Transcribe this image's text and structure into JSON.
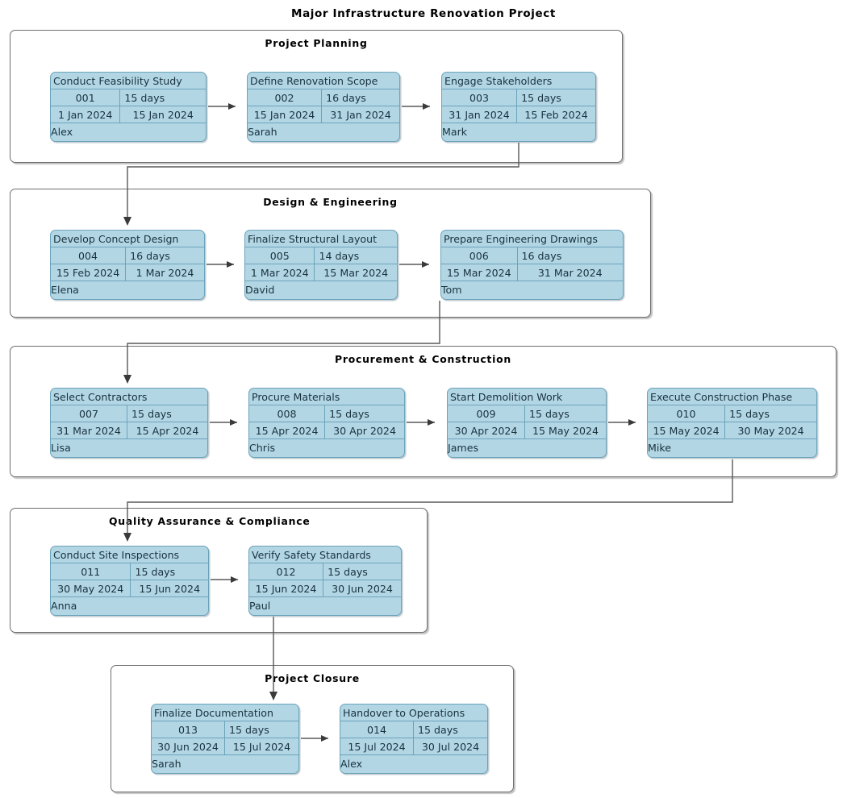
{
  "diagram": {
    "title": "Major Infrastructure Renovation Project",
    "type": "project-phase-flowchart",
    "colors": {
      "card_fill": "#b3d6e5",
      "card_border": "#6ba3ba",
      "group_border": "#6e6e6e",
      "connector": "#585858",
      "background": "#ffffff",
      "text": "#000000"
    }
  },
  "columns": [
    "id",
    "duration",
    "start_date",
    "end_date",
    "owner"
  ],
  "phases": [
    {
      "name": "Project Planning",
      "tasks": [
        {
          "title": "Conduct Feasibility Study",
          "id": "001",
          "duration": "15 days",
          "start_date": "1 Jan 2024",
          "end_date": "15 Jan 2024",
          "owner": "Alex"
        },
        {
          "title": "Define Renovation Scope",
          "id": "002",
          "duration": "16 days",
          "start_date": "15 Jan 2024",
          "end_date": "31 Jan 2024",
          "owner": "Sarah"
        },
        {
          "title": "Engage Stakeholders",
          "id": "003",
          "duration": "15 days",
          "start_date": "31 Jan 2024",
          "end_date": "15 Feb 2024",
          "owner": "Mark"
        }
      ]
    },
    {
      "name": "Design & Engineering",
      "tasks": [
        {
          "title": "Develop Concept Design",
          "id": "004",
          "duration": "16 days",
          "start_date": "15 Feb 2024",
          "end_date": "1 Mar 2024",
          "owner": "Elena"
        },
        {
          "title": "Finalize Structural Layout",
          "id": "005",
          "duration": "14 days",
          "start_date": "1 Mar 2024",
          "end_date": "15 Mar 2024",
          "owner": "David"
        },
        {
          "title": "Prepare Engineering Drawings",
          "id": "006",
          "duration": "16 days",
          "start_date": "15 Mar 2024",
          "end_date": "31 Mar 2024",
          "owner": "Tom"
        }
      ]
    },
    {
      "name": "Procurement & Construction",
      "tasks": [
        {
          "title": "Select Contractors",
          "id": "007",
          "duration": "15 days",
          "start_date": "31 Mar 2024",
          "end_date": "15 Apr 2024",
          "owner": "Lisa"
        },
        {
          "title": "Procure Materials",
          "id": "008",
          "duration": "15 days",
          "start_date": "15 Apr 2024",
          "end_date": "30 Apr 2024",
          "owner": "Chris"
        },
        {
          "title": "Start Demolition Work",
          "id": "009",
          "duration": "15 days",
          "start_date": "30 Apr 2024",
          "end_date": "15 May 2024",
          "owner": "James"
        },
        {
          "title": "Execute Construction Phase",
          "id": "010",
          "duration": "15 days",
          "start_date": "15 May 2024",
          "end_date": "30 May 2024",
          "owner": "Mike"
        }
      ]
    },
    {
      "name": "Quality Assurance & Compliance",
      "tasks": [
        {
          "title": "Conduct Site Inspections",
          "id": "011",
          "duration": "15 days",
          "start_date": "30 May 2024",
          "end_date": "15 Jun 2024",
          "owner": "Anna"
        },
        {
          "title": "Verify Safety Standards",
          "id": "012",
          "duration": "15 days",
          "start_date": "15 Jun 2024",
          "end_date": "30 Jun 2024",
          "owner": "Paul"
        }
      ]
    },
    {
      "name": "Project Closure",
      "tasks": [
        {
          "title": "Finalize Documentation",
          "id": "013",
          "duration": "15 days",
          "start_date": "30 Jun 2024",
          "end_date": "15 Jul 2024",
          "owner": "Sarah"
        },
        {
          "title": "Handover to Operations",
          "id": "014",
          "duration": "15 days",
          "start_date": "15 Jul 2024",
          "end_date": "30 Jul 2024",
          "owner": "Alex"
        }
      ]
    }
  ]
}
